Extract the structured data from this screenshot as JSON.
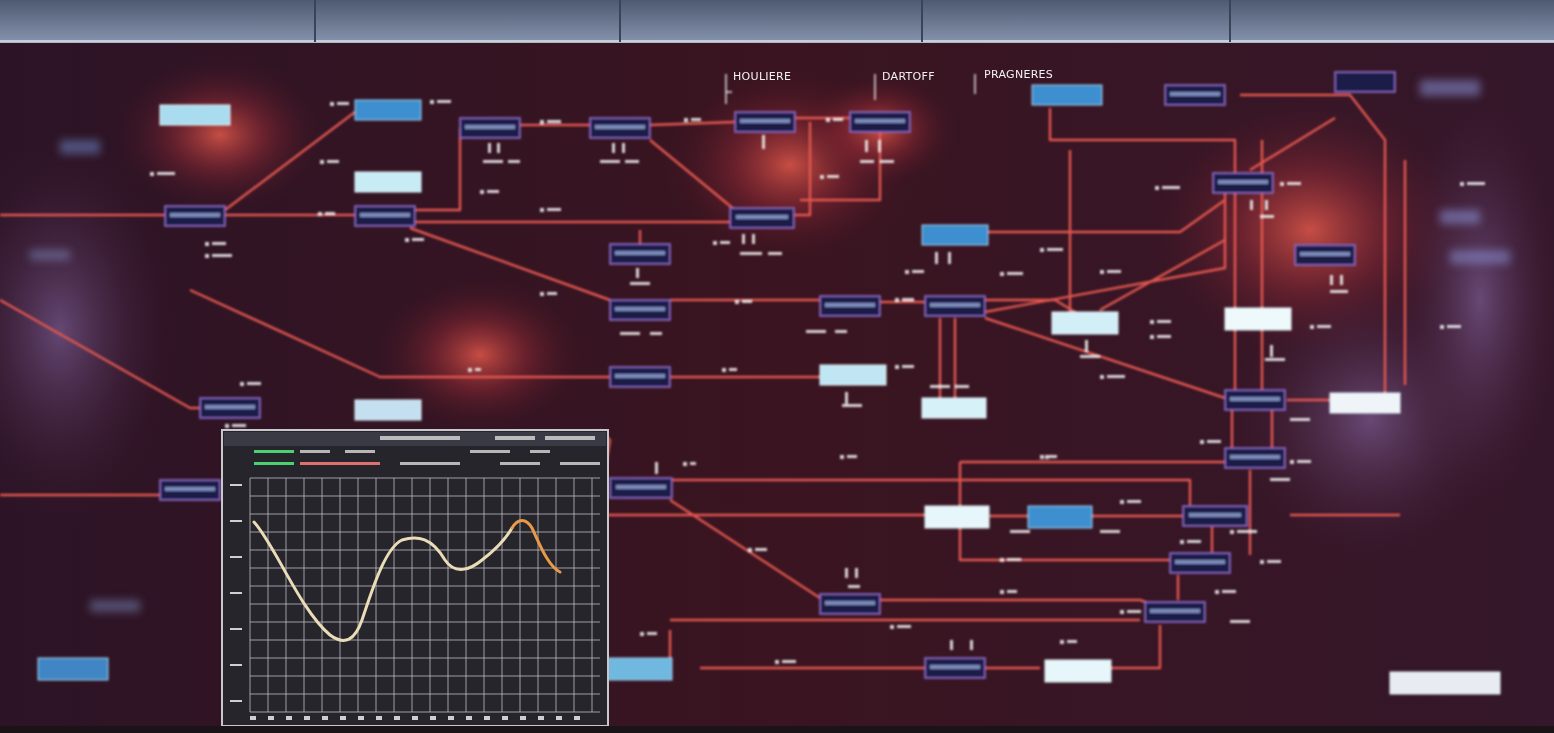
{
  "diagram": {
    "labels": [
      "HOULIERE",
      "DARTOFF",
      "PRAGNERES"
    ]
  }
}
